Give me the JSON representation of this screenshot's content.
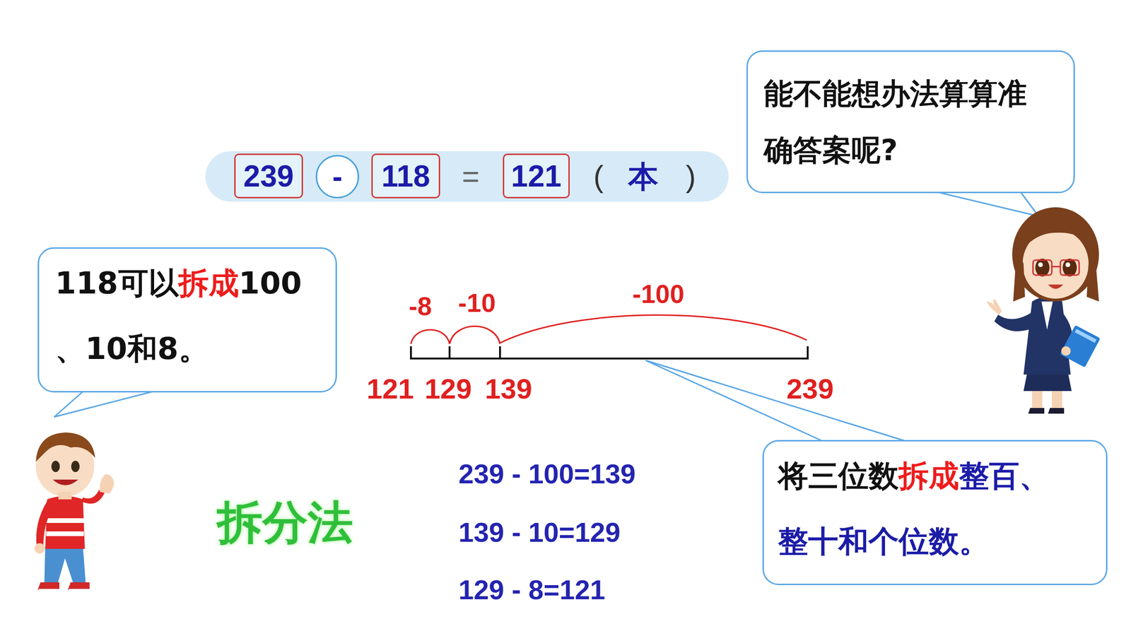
{
  "diagram": {
    "nodes": [
      {
        "text": [
          "=",
          "(",
          "本",
          ")"
        ]
      },
      {
        "text": [
          "239"
        ],
        "in": 0
      },
      {
        "text": [
          "-"
        ],
        "in": 0
      },
      {
        "text": [
          "118"
        ],
        "in": 0
      },
      {
        "text": [
          "121"
        ],
        "in": 0
      },
      {
        "text": [
          "能不能想办法算算准确答案呢?"
        ]
      },
      {
        "text": [
          "118可以",
          "拆成",
          "100",
          "、10和8。"
        ]
      },
      {
        "text": [
          "将三位数",
          "拆成",
          "整百、",
          "整十和个位数。"
        ]
      }
    ],
    "labels": [
      "-8",
      "-10",
      "-100",
      "121",
      "129",
      "139",
      "239",
      "拆分法",
      "239 - 100=139",
      "139 - 10=129",
      "129 - 8=121"
    ]
  }
}
